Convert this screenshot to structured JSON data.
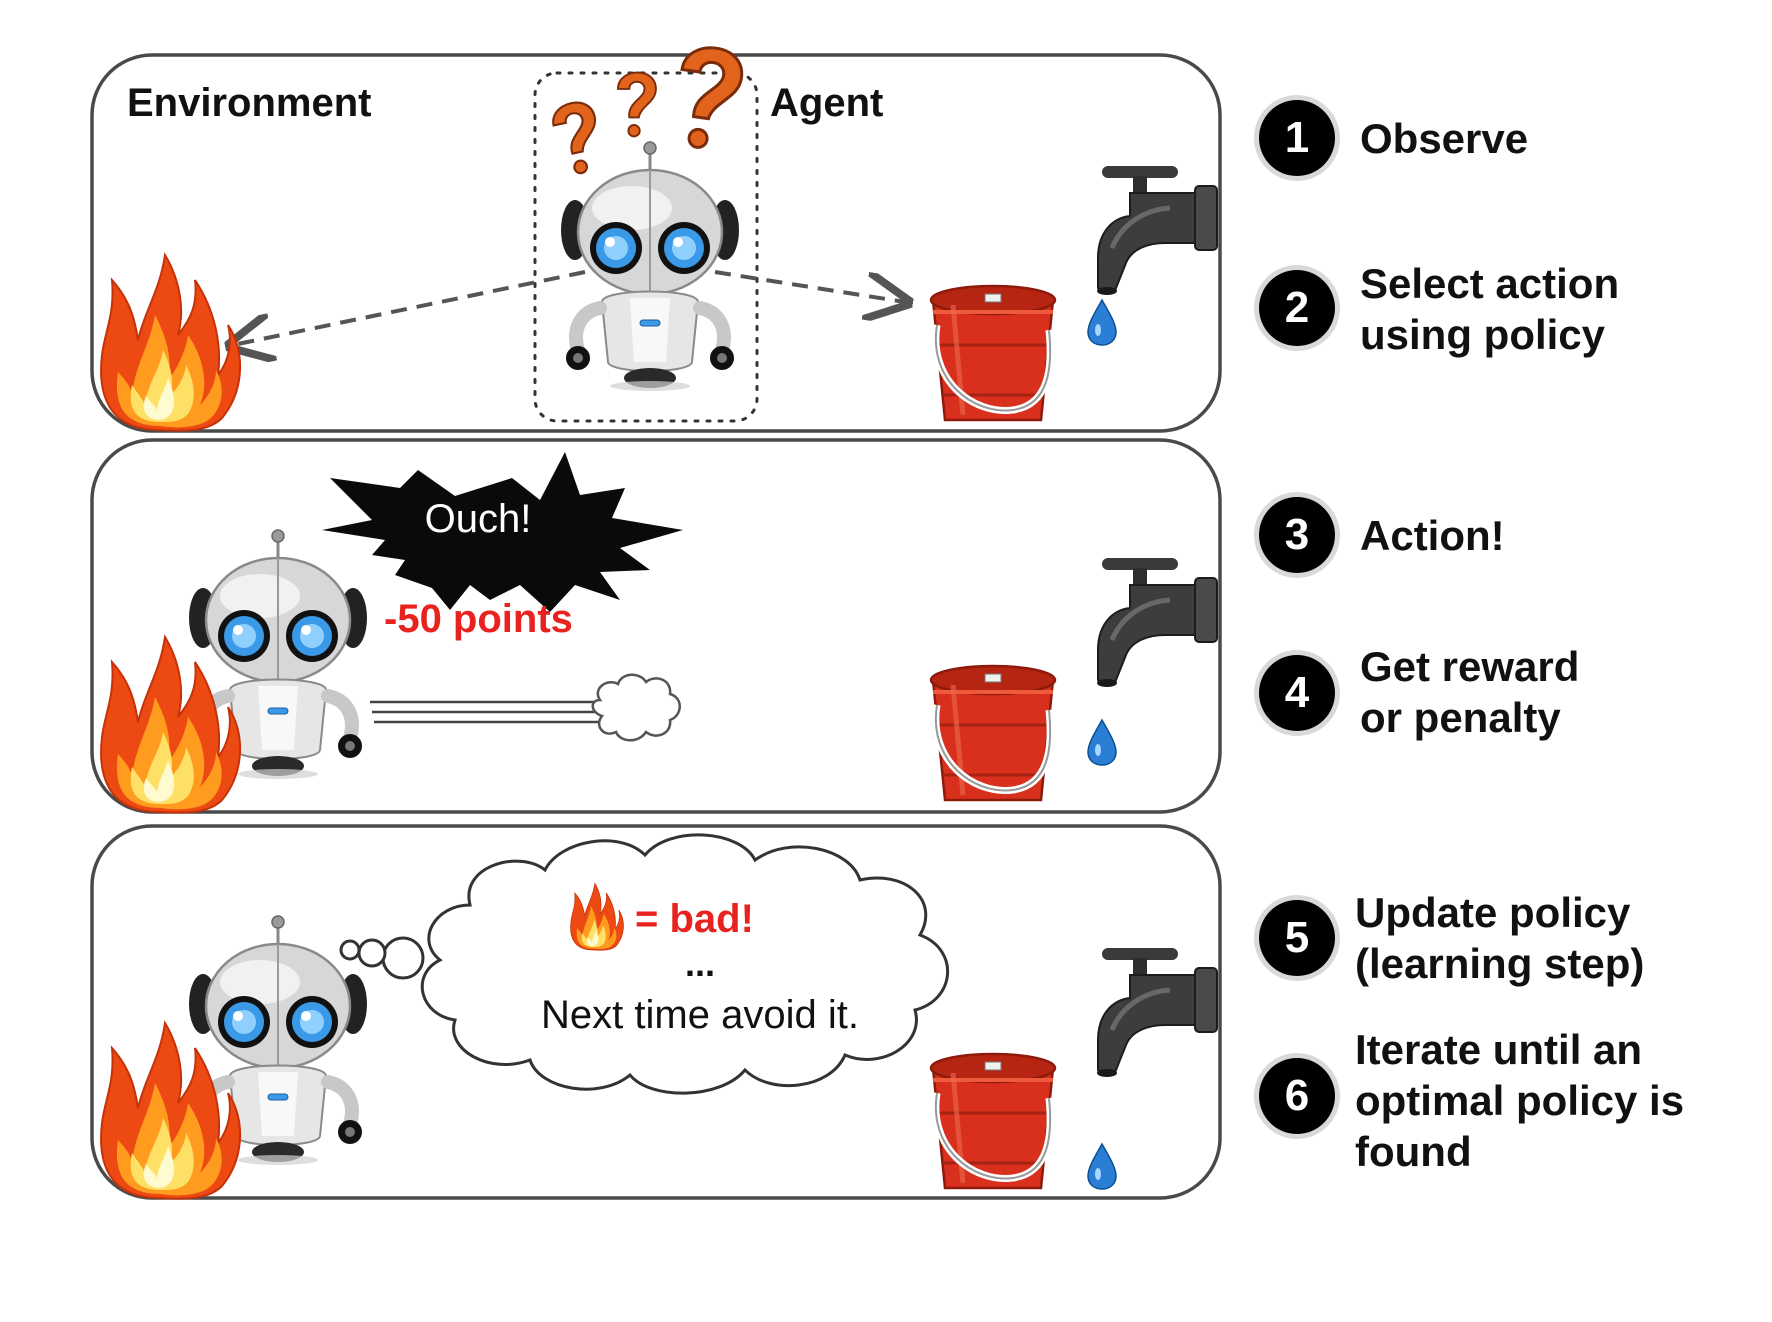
{
  "panels": {
    "top": {
      "environment_label": "Environment",
      "agent_label": "Agent"
    },
    "middle": {
      "exclamation": "Ouch!",
      "penalty": "-50 points"
    },
    "bottom": {
      "thought_equals": "= bad!",
      "thought_ellipsis": "...",
      "thought_text": "Next time avoid it."
    }
  },
  "steps": [
    {
      "number": "1",
      "text": "Observe"
    },
    {
      "number": "2",
      "text": "Select action\nusing policy"
    },
    {
      "number": "3",
      "text": "Action!"
    },
    {
      "number": "4",
      "text": "Get reward\nor penalty"
    },
    {
      "number": "5",
      "text": "Update policy\n(learning step)"
    },
    {
      "number": "6",
      "text": "Iterate until an\noptimal policy is\nfound"
    }
  ],
  "colors": {
    "penalty_red": "#e8231f",
    "panel_border": "#4a4a4a",
    "bucket": "#d8301c",
    "flame_outer": "#ec4a12",
    "flame_inner": "#ffe066",
    "eye_blue": "#3b9ae8",
    "water": "#2a7fd4"
  },
  "icons": [
    "fire-icon",
    "robot-icon",
    "bucket-icon",
    "faucet-icon",
    "water-drop-icon",
    "question-mark-icon",
    "starburst-icon",
    "dust-cloud-icon",
    "thought-bubble-icon"
  ]
}
